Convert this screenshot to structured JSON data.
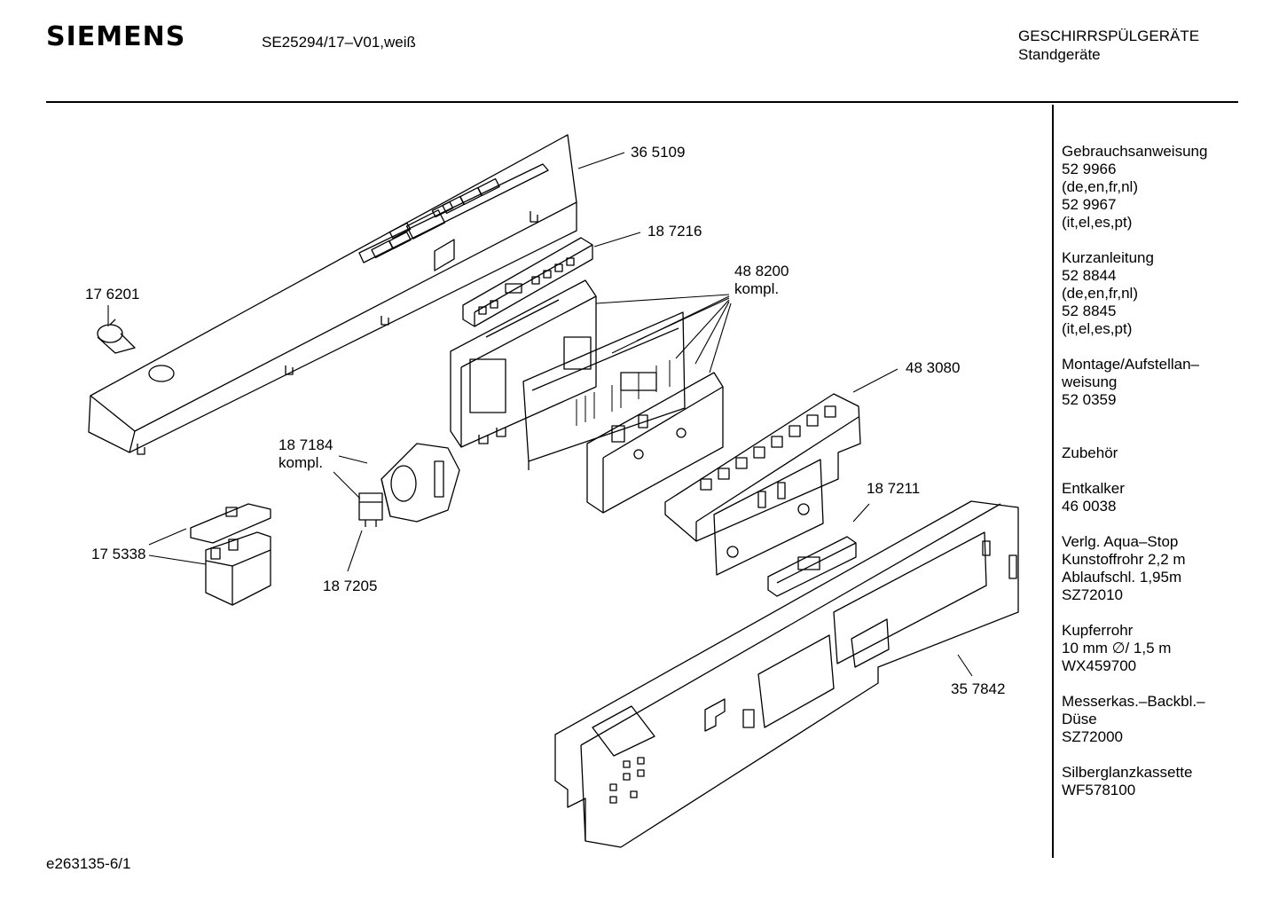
{
  "header": {
    "brand": "SIEMENS",
    "model": "SE25294/17–V01,weiß",
    "category": "GESCHIRRSPÜLGERÄTE",
    "subcategory": "Standgeräte"
  },
  "parts": [
    {
      "number": "36 5109"
    },
    {
      "number": "18 7216"
    },
    {
      "number": "48 8200",
      "note": "kompl."
    },
    {
      "number": "17 6201"
    },
    {
      "number": "48 3080"
    },
    {
      "number": "18 7184",
      "note": "kompl."
    },
    {
      "number": "18 7211"
    },
    {
      "number": "17 5338"
    },
    {
      "number": "18 7205"
    },
    {
      "number": "35 7842"
    }
  ],
  "sidebar": [
    {
      "title": "Gebrauchsanweisung",
      "lines": [
        "52 9966",
        "(de,en,fr,nl)",
        "52 9967",
        "(it,el,es,pt)"
      ]
    },
    {
      "title": "Kurzanleitung",
      "lines": [
        "52 8844",
        "(de,en,fr,nl)",
        "52 8845",
        "(it,el,es,pt)"
      ]
    },
    {
      "title": "Montage/Aufstellan–",
      "lines": [
        "weisung",
        "52 0359"
      ]
    },
    {
      "title": "Zubehör",
      "lines": []
    },
    {
      "title": "Entkalker",
      "lines": [
        "46 0038"
      ]
    },
    {
      "title": "Verlg. Aqua–Stop",
      "lines": [
        "Kunstoffrohr 2,2 m",
        "Ablaufschl. 1,95m",
        "SZ72010"
      ]
    },
    {
      "title": "Kupferrohr",
      "lines": [
        "10 mm ∅/ 1,5 m",
        "WX459700"
      ]
    },
    {
      "title": "Messerkas.–Backbl.–",
      "lines": [
        "Düse",
        "SZ72000"
      ]
    },
    {
      "title": "Silberglanzkassette",
      "lines": [
        "WF578100"
      ]
    }
  ],
  "footer": {
    "code": "e263135-6/1"
  }
}
